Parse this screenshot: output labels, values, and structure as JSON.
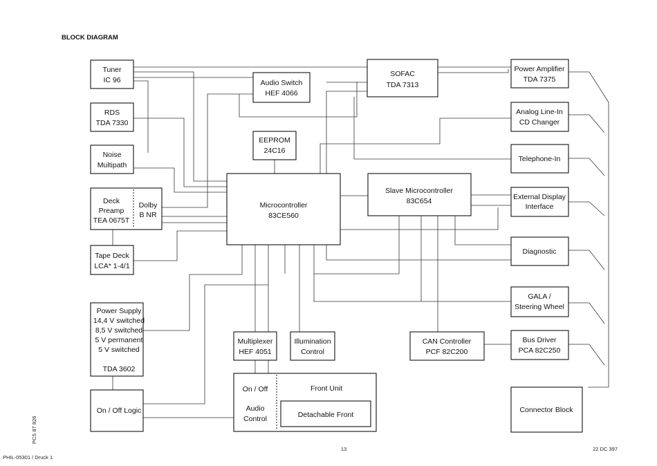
{
  "title": "BLOCK DIAGRAM",
  "blocks": {
    "tuner": [
      "Tuner",
      "IC 96"
    ],
    "rds": [
      "RDS",
      "TDA 7330"
    ],
    "noise": [
      "Noise",
      "Multipath"
    ],
    "deck_preamp": [
      "Deck",
      "Preamp",
      "TEA 0675T"
    ],
    "dolby": [
      "Dolby",
      "B NR"
    ],
    "tape_deck": [
      "Tape Deck",
      "LCA* 1-4/1"
    ],
    "power_supply": [
      "Power Supply",
      "14,4 V switched",
      "8,5 V switched",
      "5 V permanent",
      "5 V switched"
    ],
    "power_supply_ic": "TDA 3602",
    "onoff_logic": "On / Off Logic",
    "audio_switch": [
      "Audio Switch",
      "HEF 4066"
    ],
    "eeprom": [
      "EEPROM",
      "24C16"
    ],
    "sofac": [
      "SOFAC",
      "TDA 7313"
    ],
    "microcontroller": [
      "Microcontroller",
      "83CE560"
    ],
    "slave_micro": [
      "Slave Microcontroller",
      "83C654"
    ],
    "multiplexer": [
      "Multiplexer",
      "HEF 4051"
    ],
    "illumination": [
      "Illumination",
      "Control"
    ],
    "front_unit": {
      "onoff": "On / Off",
      "audio_control": [
        "Audio",
        "Control"
      ],
      "title": "Front Unit",
      "detachable": "Detachable Front"
    },
    "can_controller": [
      "CAN Controller",
      "PCF 82C200"
    ],
    "power_amp": [
      "Power Amplifier",
      "TDA 7375"
    ],
    "analog_line_in": [
      "Analog Line-In",
      "CD Changer"
    ],
    "telephone_in": "Telephone-In",
    "external_display": [
      "External Display",
      "Interface"
    ],
    "diagnostic": "Diagnostic",
    "gala": [
      "GALA /",
      "Steering Wheel"
    ],
    "bus_driver": [
      "Bus Driver",
      "PCA 82C250"
    ],
    "connector_block": "Connector Block"
  },
  "footer": {
    "page_number": "13",
    "doc_code": "22 DC 397",
    "side_code": "PCS 87 826",
    "print_ref": "PHIL-05301 / Druck 1"
  }
}
